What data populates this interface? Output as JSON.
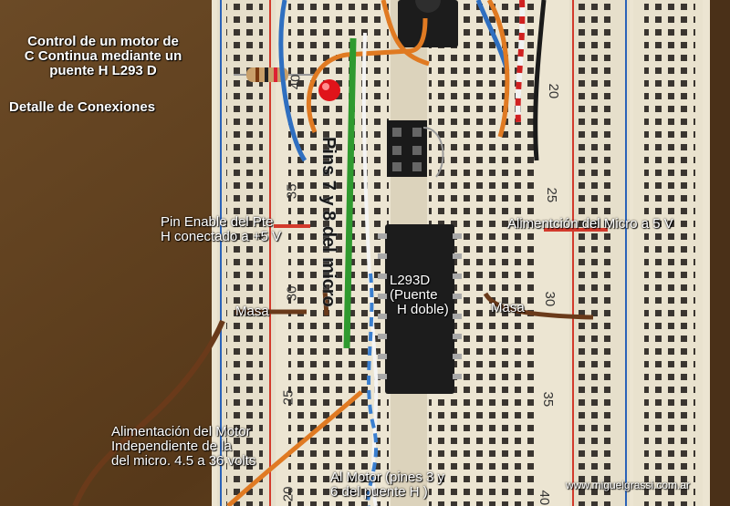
{
  "title": {
    "line1": "Control de un motor de",
    "line2": "C Continua mediante un",
    "line3": "puente H L293 D",
    "subtitle": "Detalle de Conexiones"
  },
  "vertical_label": "Pins 7 y 8 del micro",
  "labels": {
    "enable_line1": "Pin Enable del Pte",
    "enable_line2": "H conectado a +5 V",
    "micro_power": "Alimentción del Micro a 5 V",
    "ground_left": "Masa",
    "ground_right": "Masa",
    "chip_line1": "L293D",
    "chip_line2": "(Puente",
    "chip_line3": "H doble)",
    "motor_power_line1": "Alimentación del Motor",
    "motor_power_line2": "Independiente de la",
    "motor_power_line3": "del micro.  4.5 a 36 volts",
    "motor_line1": "Al Motor (pines 3 y",
    "motor_line2": "6 del puente H )"
  },
  "website": "www.miguelgrassi.com.ar",
  "breadboard_numbers": {
    "left": [
      "40",
      "35",
      "30",
      "25",
      "20"
    ],
    "right": [
      "20",
      "25",
      "30",
      "35",
      "40"
    ]
  },
  "colors": {
    "table_wood": "#5a3b1c",
    "breadboard": "#ece5d2",
    "rail_red": "#d33a2c",
    "rail_blue": "#2a62b8",
    "wire_green": "#2f9a2f",
    "wire_orange": "#e07a22",
    "wire_blue": "#2f6fc0",
    "wire_brown": "#6a3a1a",
    "chip_black": "#1c1c1c",
    "led_red": "#e0141a"
  }
}
